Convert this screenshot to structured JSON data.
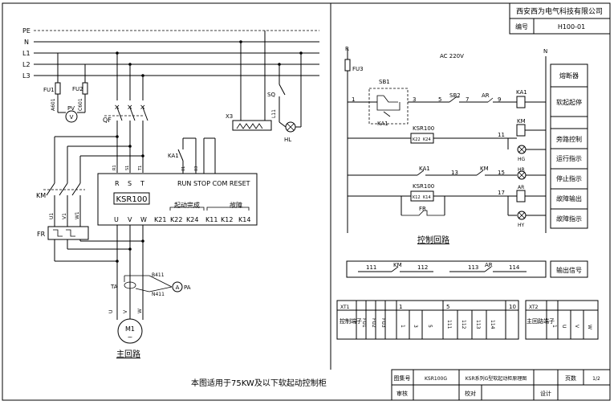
{
  "company": "西安西为电气科技有限公司",
  "serial": {
    "label": "编号",
    "value": "H100-01"
  },
  "left": {
    "bus": [
      "PE",
      "N",
      "L1",
      "L2",
      "L3"
    ],
    "fuses": [
      "FU1",
      "FU2"
    ],
    "fuse_codes": [
      "A601",
      "C601"
    ],
    "pv": "PV",
    "qf": "QF",
    "km": "KM",
    "fr": "FR",
    "ka1": "KA1",
    "x3": "X3",
    "sq": "SQ",
    "l11": "L11",
    "hl": "HL",
    "softstarter": {
      "model": "KSR100",
      "inputs": [
        "R",
        "S",
        "T"
      ],
      "input_codes": [
        "R1",
        "S1",
        "T1"
      ],
      "outputs": [
        "U",
        "V",
        "W"
      ],
      "ctrl": "RUN STOP COM RESET",
      "ctrl_codes": [
        "01",
        "03"
      ],
      "start_done": "起动完成",
      "fault": "故障",
      "terms": [
        "K21",
        "K22",
        "K24",
        "K11",
        "K12",
        "K14"
      ]
    },
    "phase_out": [
      "U1",
      "V1",
      "W1"
    ],
    "phase_out2": [
      "U",
      "V",
      "W"
    ],
    "ta": "TA",
    "pa": "PA",
    "b411": "B411",
    "n411": "N411",
    "motor": "M1",
    "motor_sym": "~",
    "title": "主回路",
    "note": "本图适用于75KW及以下软起动控制柜"
  },
  "right": {
    "r": "R",
    "n": "N",
    "fu3": "FU3",
    "ac": "AC 220V",
    "sb1": "SB1",
    "sb2": "SB2",
    "ka1": "KA1",
    "ar": "AR",
    "ksr": "KSR100",
    "km": "KM",
    "hg": "HG",
    "hr": "HR",
    "hy": "HY",
    "fr": "FR",
    "k22": "K22",
    "k24": "K24",
    "k12": "K12",
    "k14": "K14",
    "wire": [
      "1",
      "3",
      "5",
      "7",
      "9",
      "11",
      "13",
      "15",
      "17"
    ],
    "title": "控制回路",
    "func": [
      "熔断器",
      "软起起停",
      "旁路控制",
      "运行指示",
      "停止指示",
      "故障输出",
      "故障指示"
    ],
    "sig_codes": [
      "111",
      "112",
      "113",
      "114"
    ],
    "sig_km": "KM",
    "sig_ar": "AR",
    "sig_label": "输出信号"
  },
  "terminals": {
    "xt1": {
      "name": "XT1",
      "label": "控制端子",
      "left": [
        "FU1",
        "FU2",
        "FU3"
      ],
      "nums": [
        "1",
        "3",
        "5",
        "111",
        "112",
        "113",
        "114"
      ],
      "heads": [
        "1",
        "5",
        "10"
      ]
    },
    "xt2": {
      "name": "XT2",
      "label": "主回路端子",
      "nums": [
        "1",
        "U",
        "V",
        "W"
      ]
    }
  },
  "titleblock": {
    "drawing_no_label": "图集号",
    "drawing_no": "KSR100G",
    "title": "KSR系列G型软起动柜原理图",
    "page_label": "页数",
    "page": "1/2",
    "review": "审核",
    "check": "校对",
    "design": "设计"
  }
}
